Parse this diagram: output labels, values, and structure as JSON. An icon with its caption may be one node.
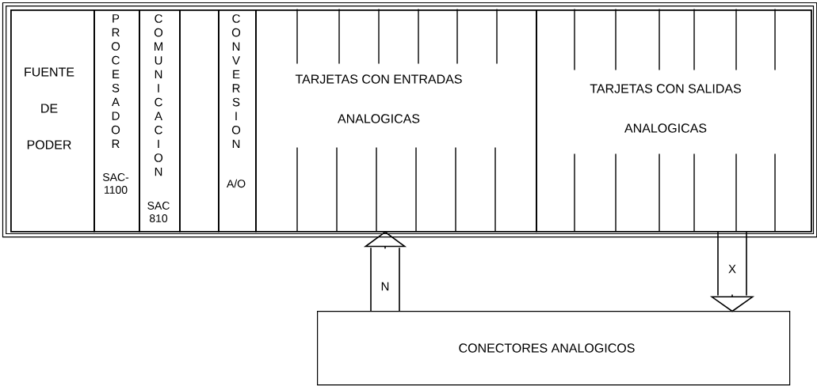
{
  "diagram": {
    "nodes": [
      {
        "text": [],
        "shape": "box"
      },
      {
        "text": [
          "FUENTE DE PODER"
        ],
        "in": 0
      },
      {
        "text": [
          "PROCESADOR",
          "SAC-1100"
        ],
        "in": 0
      },
      {
        "text": [
          "COMUNICACION",
          "SAC 810"
        ],
        "in": 0
      },
      {
        "text": [],
        "shape": "box",
        "in": 0
      },
      {
        "text": [
          "CONVERSION",
          "A/O"
        ],
        "in": 0
      },
      {
        "text": [
          "TARJETAS CON ENTRADAS ANALOGICAS"
        ],
        "in": 0
      },
      {
        "text": [
          "TARJETAS CON SALIDAS ANALOGICAS"
        ],
        "in": 0
      },
      {
        "text": [
          "CONECTORES ANALOGICOS"
        ]
      }
    ],
    "edges": [
      {
        "from": 8,
        "to": 6,
        "arrow": "to",
        "label": "N"
      },
      {
        "from": 7,
        "to": 8,
        "arrow": "to",
        "label": "X"
      }
    ]
  }
}
